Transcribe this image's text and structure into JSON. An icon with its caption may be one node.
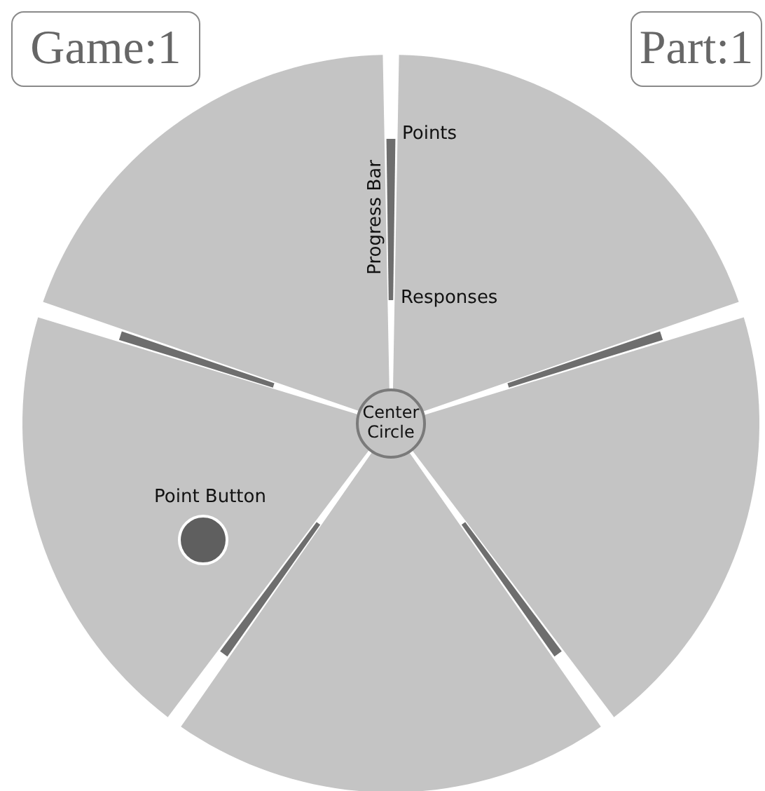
{
  "diagram": {
    "nodes": [
      {
        "text": [
          "Game:1"
        ]
      },
      {
        "text": [
          "Part:1"
        ]
      },
      {
        "text": [
          "Center Circle"
        ]
      },
      {
        "text": [
          "Point Button"
        ]
      }
    ],
    "labels": [
      "Points",
      "Progress Bar",
      "Responses"
    ]
  }
}
